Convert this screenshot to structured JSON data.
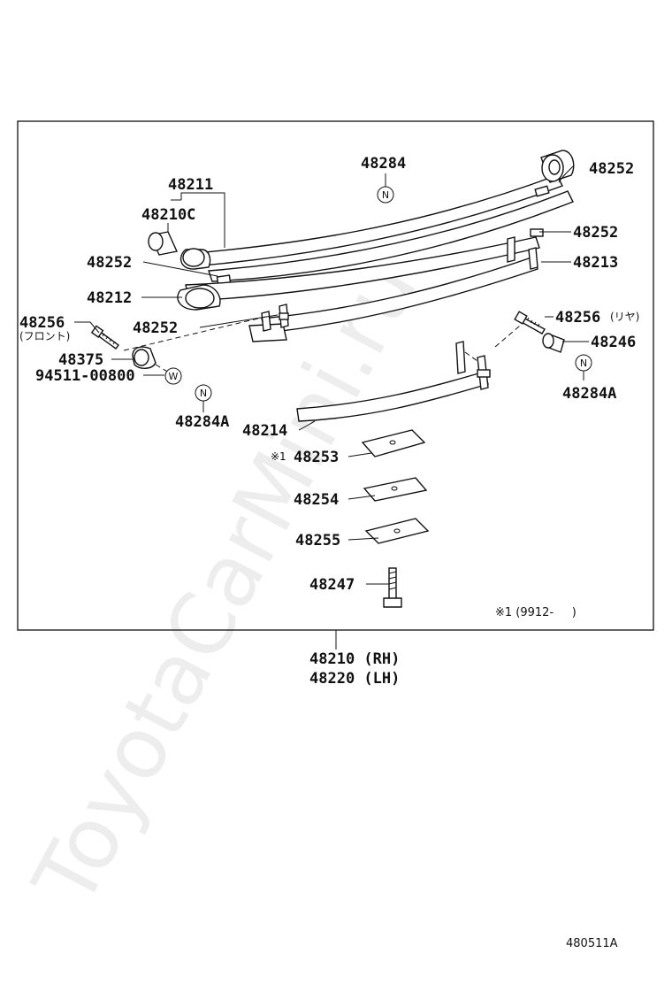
{
  "watermark": "ToyotaCarMini.ru",
  "figure_code": "480511A",
  "footnote": "※1 (9912-     )",
  "assembly_labels": [
    "48210 (RH)",
    "48220 (LH)"
  ],
  "callouts": {
    "p48284": "48284",
    "p48252_top": "48252",
    "p48211": "48211",
    "p48210c": "48210C",
    "p48252_right": "48252",
    "p48252_left": "48252",
    "p48213": "48213",
    "p48212": "48212",
    "p48256_front": "48256",
    "p48256_front_note": "(フロント)",
    "p48252_mid": "48252",
    "p48256_rear": "48256",
    "p48256_rear_note": "(リヤ)",
    "p48375": "48375",
    "p48246": "48246",
    "p94511": "94511-00800",
    "p48284a_right": "48284A",
    "p48284a_left": "48284A",
    "p48214": "48214",
    "p48253_mark": "※1",
    "p48253": "48253",
    "p48254": "48254",
    "p48255": "48255",
    "p48247": "48247"
  },
  "circle_marks": {
    "n_top": "N",
    "n_right": "N",
    "n_left": "N",
    "w_left": "W"
  }
}
